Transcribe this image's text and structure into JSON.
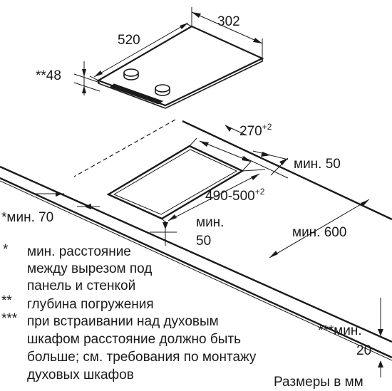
{
  "dimensions": {
    "hob_width": "302",
    "hob_depth": "520",
    "installation_depth": "**48",
    "cutout_width": "270",
    "cutout_width_tol": "+2",
    "min_wall_distance": "мин. 50",
    "cutout_depth": "490-500",
    "cutout_depth_tol": "+2",
    "min_panel_distance": "*мин. 70",
    "min_front_line1": "мин.",
    "min_front_line2": "50",
    "min_height": "мин. 600",
    "min_oven_line1": "***мин.",
    "min_oven_line2": "20"
  },
  "notes": [
    {
      "marker": "*",
      "lines": [
        "мин. расстояние",
        "между вырезом под",
        "панель и стенкой"
      ]
    },
    {
      "marker": "**",
      "lines": [
        "глубина погружения"
      ]
    },
    {
      "marker": "***",
      "lines": [
        "при встраивании над духовым",
        "шкафом расстояние должно быть",
        "больше; см. требования по монтажу",
        "духовых шкафов"
      ]
    }
  ],
  "units_caption": "Размеры в мм"
}
